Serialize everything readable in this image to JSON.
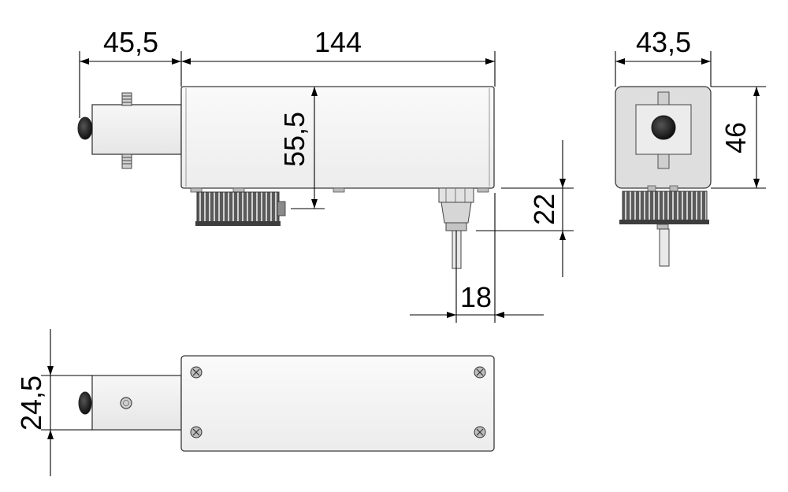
{
  "dimensions": {
    "front_arm_length": "45,5",
    "body_length": "144",
    "body_height": "55,5",
    "cable_gland_height": "22",
    "cable_gland_offset": "18",
    "side_width": "43,5",
    "side_height": "46",
    "arm_width_top_view": "24,5"
  },
  "colors": {
    "body_fill": "#f4f4f4",
    "outline": "#3a3a3a",
    "pulley_dark": "#4d4d4d",
    "side_fill": "#d9d9d9",
    "dimension_line": "#000000"
  }
}
